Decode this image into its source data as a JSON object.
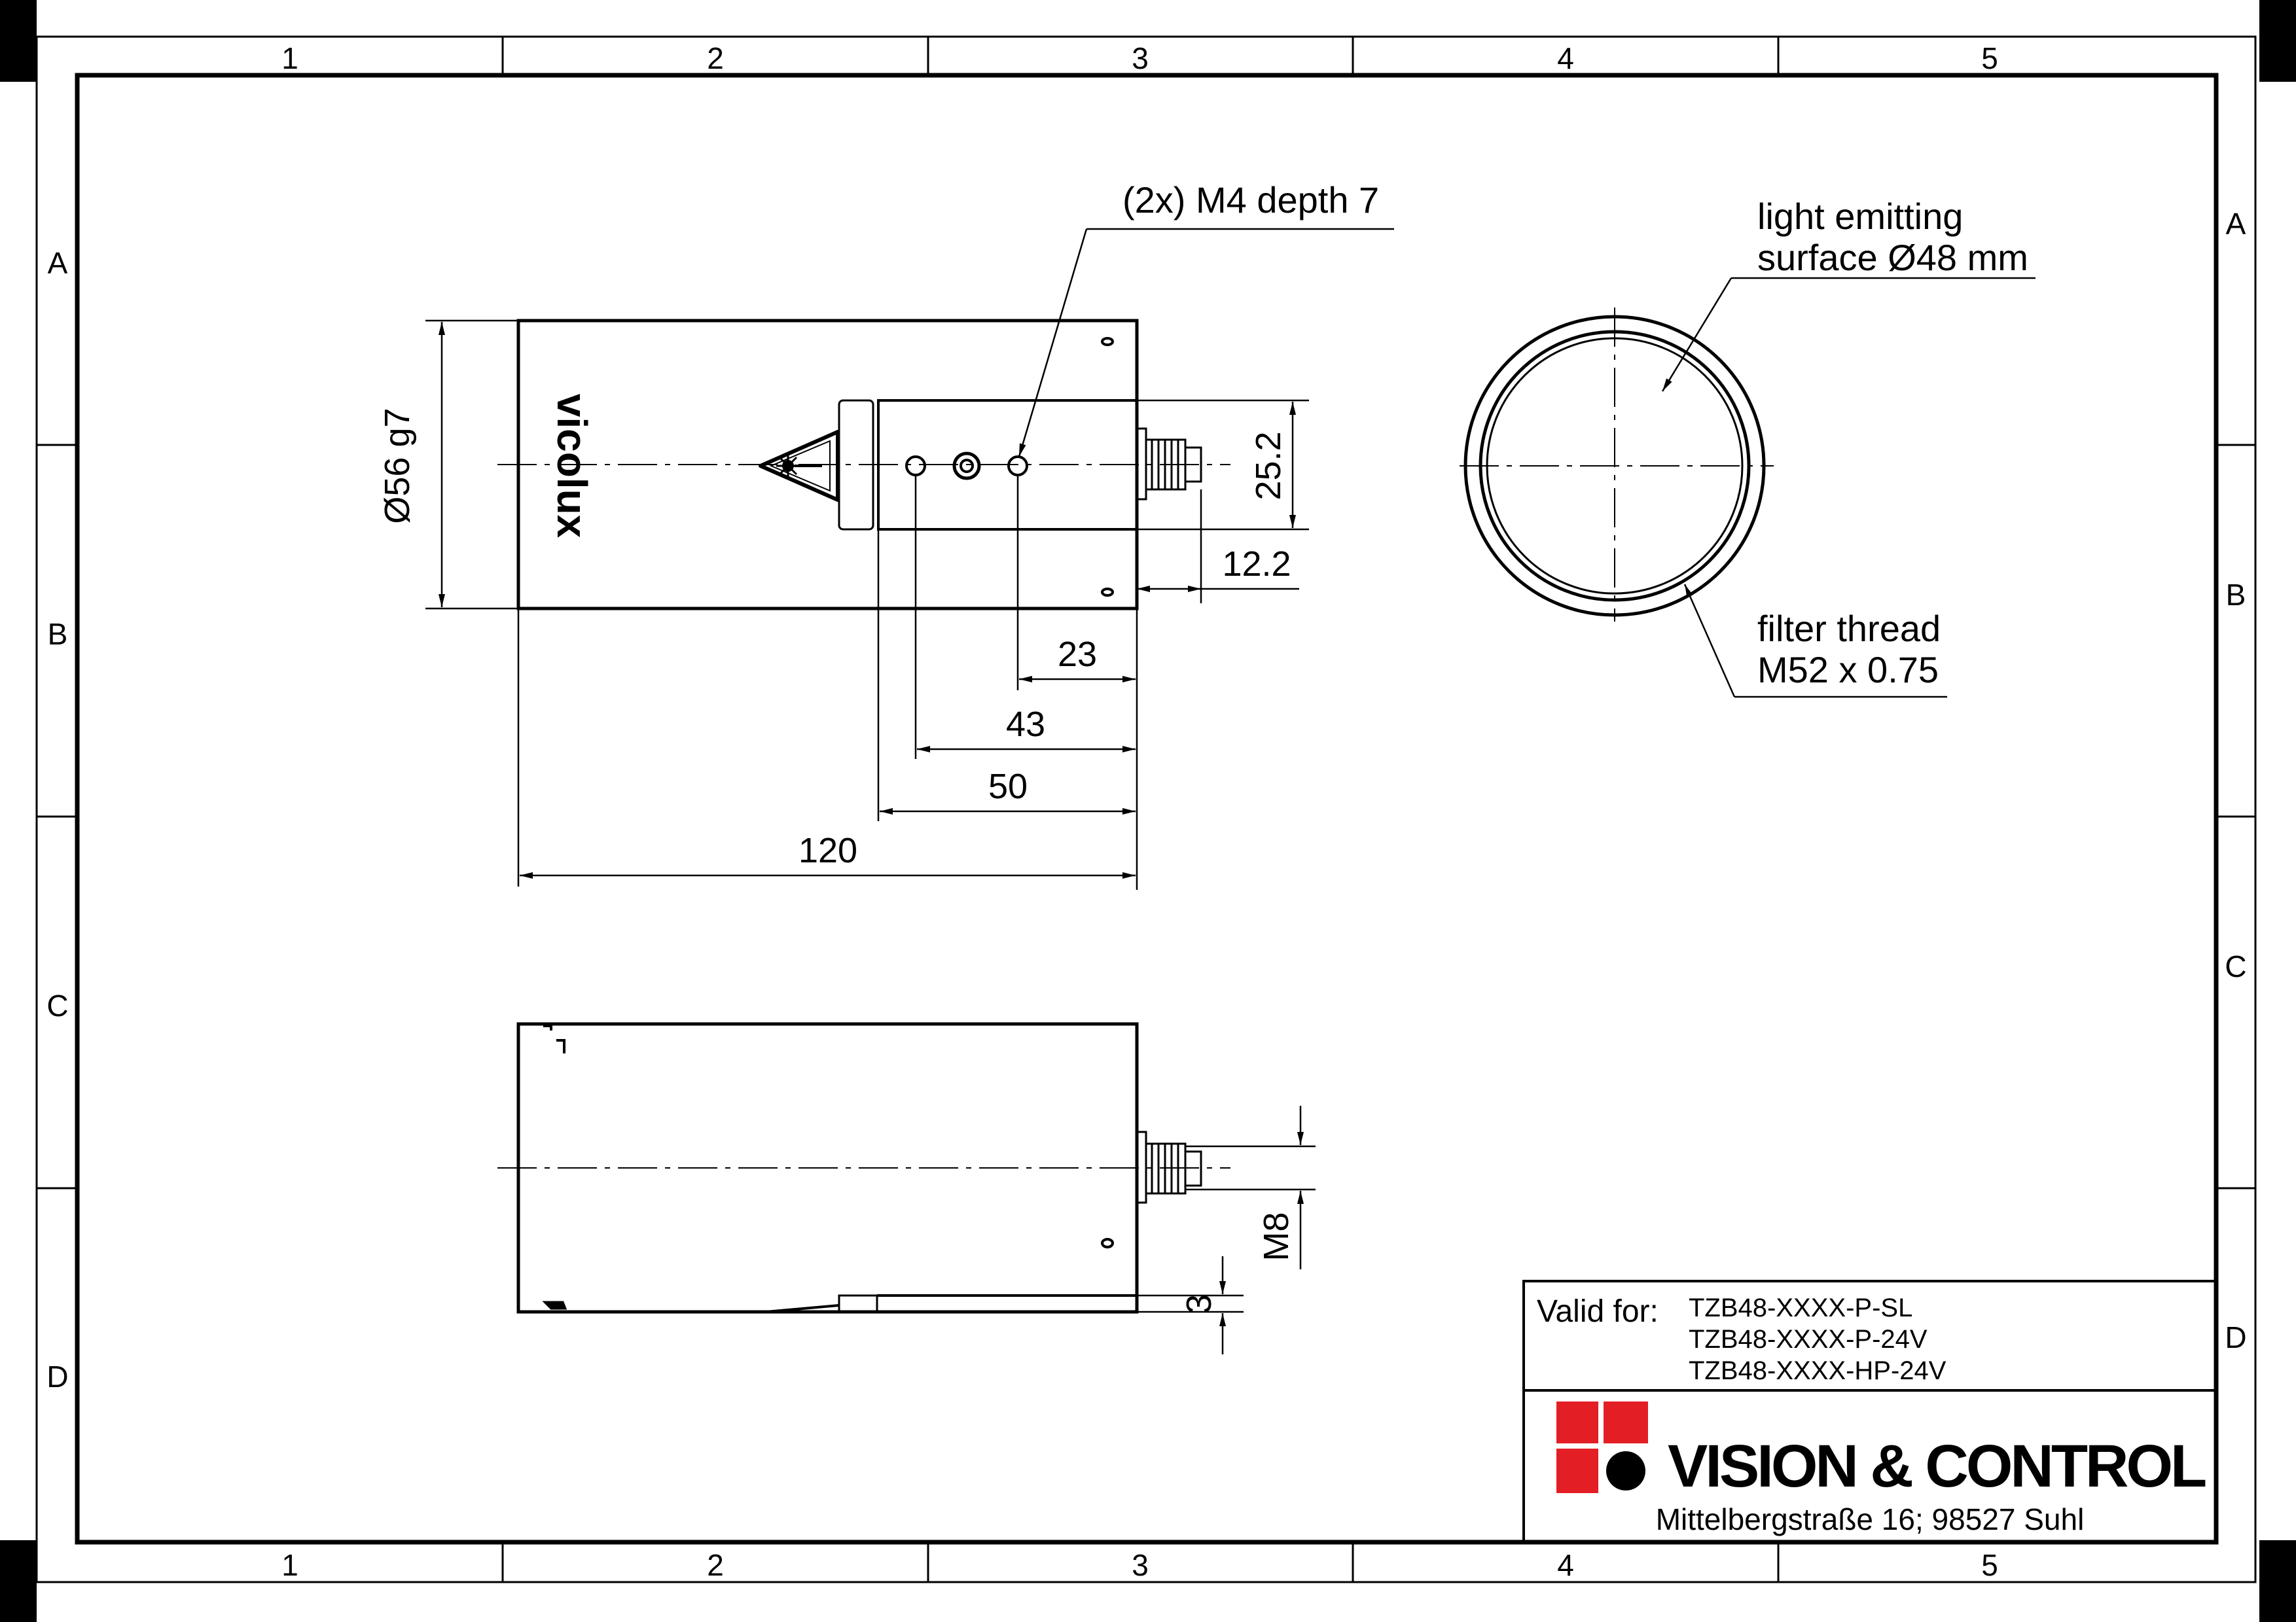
{
  "frame": {
    "columns": [
      "1",
      "2",
      "3",
      "4",
      "5"
    ],
    "rows": [
      "A",
      "B",
      "C",
      "D"
    ]
  },
  "top_view": {
    "dim_diameter": "Ø56 g7",
    "dim_25_2": "25.2",
    "dim_12_2": "12.2",
    "dim_23": "23",
    "dim_43": "43",
    "dim_50": "50",
    "dim_120": "120",
    "label_holes": "(2x) M4 depth 7",
    "brand_logo": "vicolux"
  },
  "front_view": {
    "label_emitting_line1": "light emitting",
    "label_emitting_line2": "surface Ø48 mm",
    "label_thread_line1": "filter thread",
    "label_thread_line2": "M52 x 0.75"
  },
  "side_view": {
    "dim_m8": "M8",
    "dim_3": "3"
  },
  "title_block": {
    "valid_for_label": "Valid for:",
    "models": [
      "TZB48-XXXX-P-SL",
      "TZB48-XXXX-P-24V",
      "TZB48-XXXX-HP-24V"
    ],
    "company": "VISION & CONTROL",
    "address": "Mittelbergstraße 16; 98527 Suhl",
    "logo_color": "#e31e24"
  }
}
